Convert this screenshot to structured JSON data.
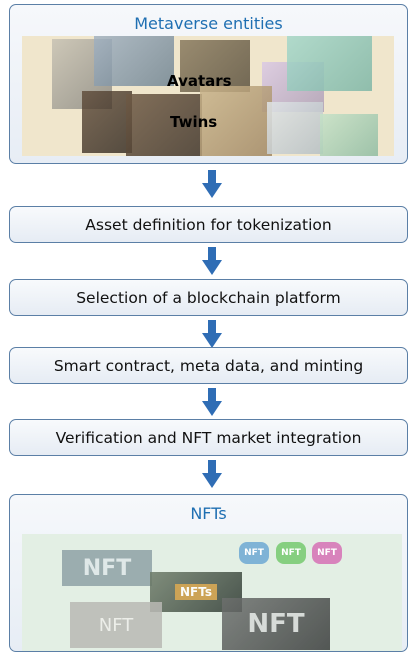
{
  "top_panel": {
    "title": "Metaverse entities",
    "labels": [
      "Avatars",
      "Twins"
    ]
  },
  "steps": [
    "Asset definition for tokenization",
    "Selection of a blockchain platform",
    "Smart contract, meta data, and minting",
    "Verification and NFT market integration"
  ],
  "bottom_panel": {
    "title": "NFTs",
    "tile_texts": [
      "NFT",
      "NFTs",
      "NFT",
      "NFT"
    ],
    "badges": [
      "NFT",
      "NFT",
      "NFT"
    ]
  },
  "colors": {
    "border": "#5b7fa6",
    "title": "#1f6fb2",
    "arrow": "#2f6db5"
  }
}
